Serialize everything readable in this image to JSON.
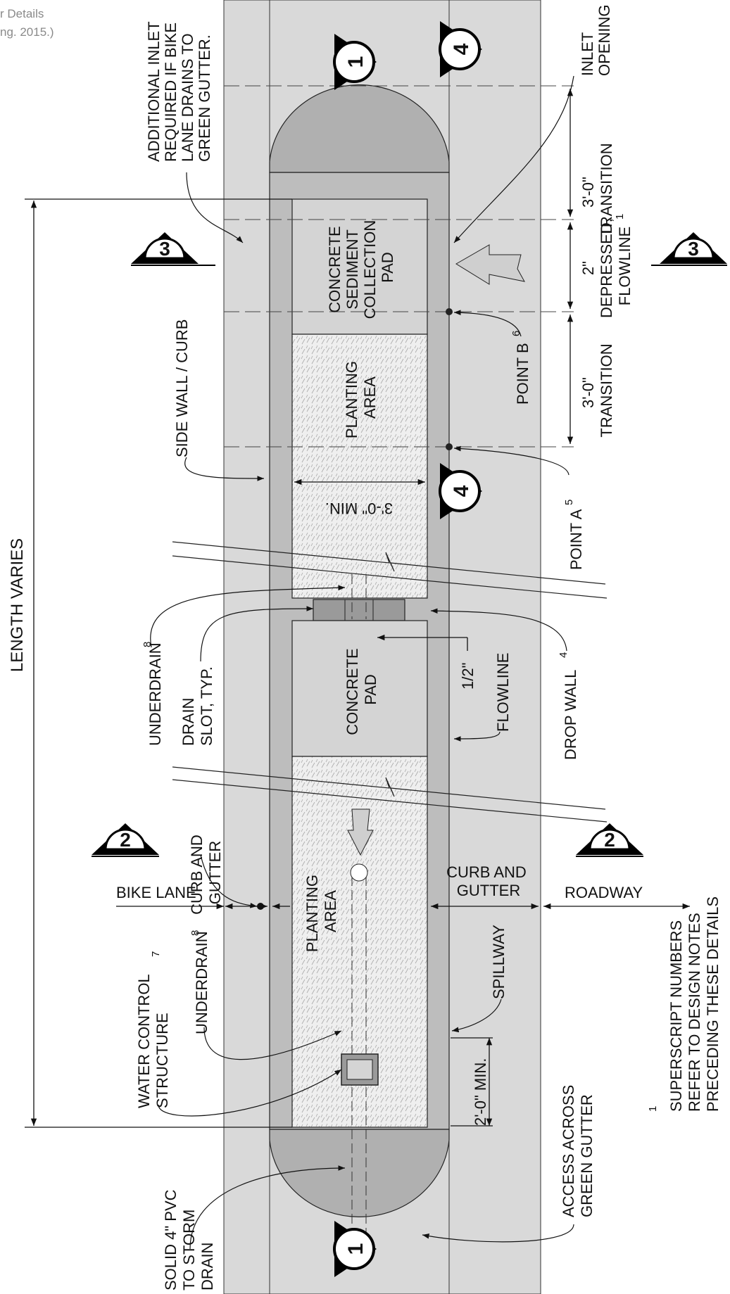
{
  "header": {
    "line1": "r Details",
    "line2": "ng. 2015.)"
  },
  "section_markers": [
    "1",
    "4",
    "3",
    "3",
    "4",
    "2",
    "2",
    "1"
  ],
  "labels": {
    "additional_inlet": [
      "ADDITIONAL INLET",
      "REQUIRED IF BIKE",
      "LANE DRAINS TO",
      "GREEN GUTTER."
    ],
    "inlet_opening": [
      "INLET",
      "OPENING"
    ],
    "transition_top": [
      "3'-0\"",
      "TRANSITION"
    ],
    "depressed_flowline": [
      "2\"",
      "DEPRESSED,",
      "FLOWLINE"
    ],
    "depressed_flowline_sup": "1",
    "transition_mid": [
      "3'-0\"",
      "TRANSITION"
    ],
    "concrete_sediment_pad": [
      "CONCRETE",
      "SEDIMENT",
      "COLLECTION",
      "PAD"
    ],
    "planting_area_top": [
      "PLANTING",
      "AREA"
    ],
    "point_b": "POINT B",
    "point_b_sup": "6",
    "point_a": "POINT A",
    "point_a_sup": "5",
    "side_wall_curb": "SIDE WALL / CURB",
    "min_width": "3'-0\" MIN.",
    "length_varies": "LENGTH VARIES",
    "underdrain_top": "UNDERDRAIN",
    "underdrain_top_sup": "8",
    "drain_slot": [
      "DRAIN",
      "SLOT, TYP."
    ],
    "concrete_pad": [
      "CONCRETE",
      "PAD"
    ],
    "half_inch": "1/2\"",
    "flowline": "FLOWLINE",
    "drop_wall": "DROP WALL",
    "drop_wall_sup": "4",
    "curb_gutter_left": [
      "CURB AND",
      "GUTTER"
    ],
    "curb_gutter_right": [
      "CURB AND",
      "GUTTER"
    ],
    "bike_lane": "BIKE LANE",
    "roadway": "ROADWAY",
    "planting_area_bottom": [
      "PLANTING",
      "AREA"
    ],
    "underdrain_bottom": "UNDERDRAIN",
    "underdrain_bottom_sup": "8",
    "water_control": [
      "WATER CONTROL",
      "STRUCTURE"
    ],
    "water_control_sup": "7",
    "spillway": "SPILLWAY",
    "two_ft_min": "2'-0\" MIN.",
    "access_across": [
      "ACCESS ACROSS",
      "GREEN GUTTER"
    ],
    "solid_pvc": [
      "SOLID 4\" PVC",
      "TO STORM",
      "DRAIN"
    ],
    "footnote_sup": "1",
    "footnote": [
      "SUPERSCRIPT NUMBERS",
      "REFER TO DESIGN NOTES",
      "PRECEDING THESE DETAILS"
    ]
  },
  "colors": {
    "outer_band": "#d9d9d9",
    "curb": "#bdbdbd",
    "end_cap": "#b0b0b0",
    "concrete": "#d4d4d4",
    "planting": "#efefef",
    "line": "#1a1a1a"
  }
}
